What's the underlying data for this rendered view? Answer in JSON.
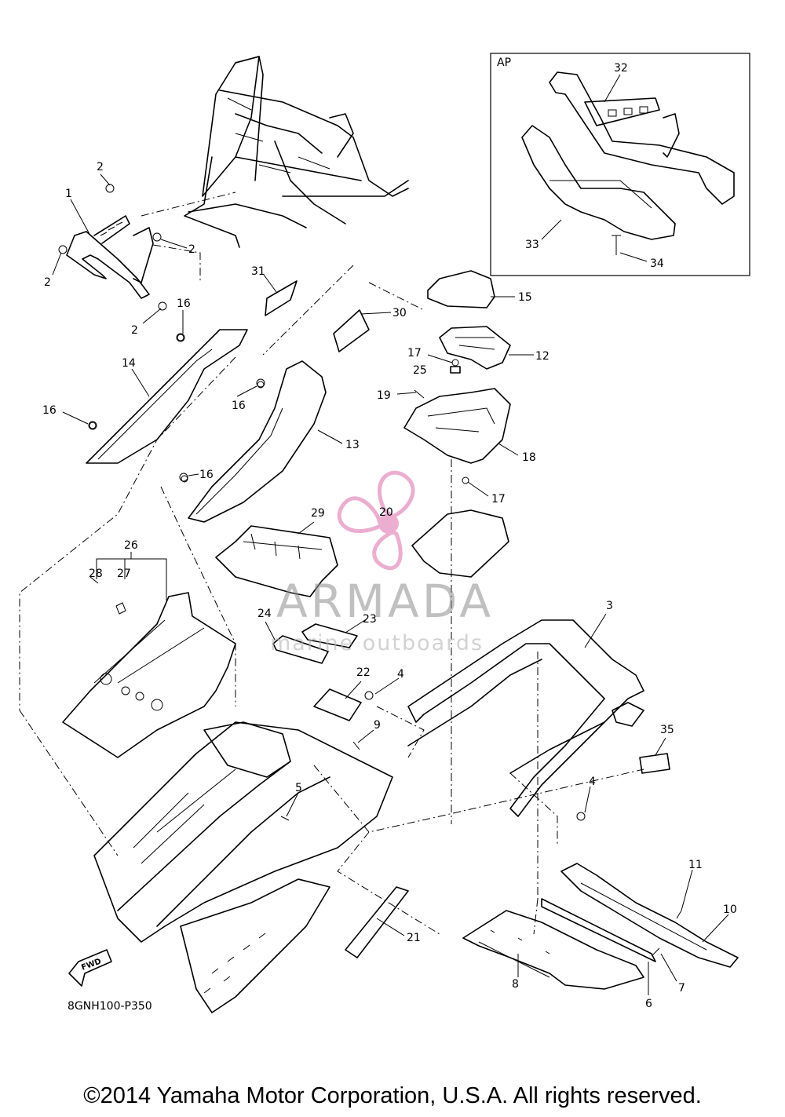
{
  "inset": {
    "label": "AP"
  },
  "diagram_code": "8GNH100-P350",
  "fwd_badge": "FWD",
  "watermark": {
    "word": "ARMADA",
    "sub": "marine outboards",
    "accent": "#e8a0c8"
  },
  "copyright": "©2014 Yamaha Motor Corporation, U.S.A. All rights reserved.",
  "callouts": [
    "1",
    "2",
    "2",
    "2",
    "2",
    "3",
    "4",
    "4",
    "5",
    "6",
    "7",
    "8",
    "9",
    "10",
    "11",
    "12",
    "13",
    "14",
    "15",
    "16",
    "16",
    "16",
    "16",
    "17",
    "17",
    "18",
    "19",
    "20",
    "21",
    "22",
    "23",
    "24",
    "25",
    "26",
    "27",
    "28",
    "29",
    "30",
    "31",
    "32",
    "33",
    "34",
    "35"
  ]
}
